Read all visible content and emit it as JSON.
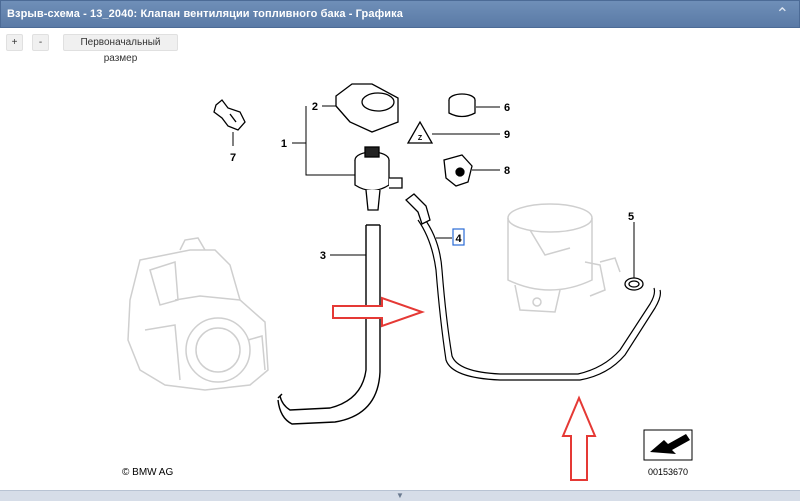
{
  "window": {
    "title": "Взрыв-схема - 13_2040: Клапан вентиляции топливного бака - Графика",
    "close_icon": "chevron-up-icon"
  },
  "toolbar": {
    "zoom_in_label": "+",
    "zoom_out_label": "-",
    "reset_label": "Первоначальный размер"
  },
  "diagram": {
    "parts": [
      "1",
      "2",
      "3",
      "4",
      "5",
      "6",
      "7",
      "8",
      "9"
    ],
    "selected_part": "4",
    "copyright": "© BMW AG",
    "drawing_number": "00153670",
    "annotation_color": "#e53935"
  }
}
